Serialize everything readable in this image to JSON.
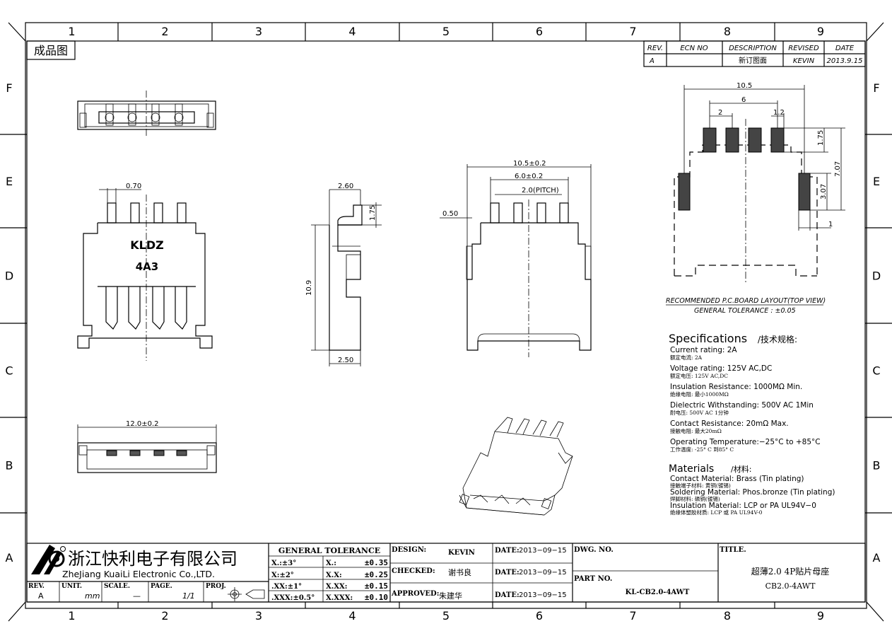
{
  "frame": {
    "columns": [
      "1",
      "2",
      "3",
      "4",
      "5",
      "6",
      "7",
      "8",
      "9"
    ],
    "rows": [
      "F",
      "E",
      "D",
      "C",
      "B",
      "A"
    ]
  },
  "drawing_title_cn": "成品图",
  "revision_table": {
    "headers": [
      "REV.",
      "ECN NO",
      "DESCRIPTION",
      "REVISED",
      "DATE"
    ],
    "row": [
      "A",
      "",
      "新订图面",
      "KEVIN",
      "2013.9.15"
    ]
  },
  "views": {
    "front": {
      "brand": "KLDZ",
      "code": "4A3",
      "dim_pin_width": "0.70"
    },
    "side": {
      "dim_top": "2.60",
      "dim_step": "1.75",
      "dim_height": "10.9",
      "dim_bottom": "2.50"
    },
    "rear": {
      "dim_overall": "10.5±0.2",
      "dim_pins": "6.0±0.2",
      "dim_pitch": "2.0(PITCH)",
      "dim_pin": "0.50"
    },
    "bottom": {
      "dim_overall": "12.0±0.2"
    }
  },
  "pcb_layout": {
    "dim_overall": "10.5",
    "dim_pins": "6",
    "dim_pitch": "2",
    "dim_gap": "1.2",
    "dim_pad_len": "1.75",
    "dim_total_h": "7.07",
    "dim_side_pad": "3.07",
    "dim_side_w": "1",
    "caption": "RECOMMENDED  P.C.BOARD  LAYOUT(TOP  VIEW)",
    "tolerance": "GENERAL  TOLERANCE  :  ±0.05"
  },
  "specifications": {
    "heading": "Specifications",
    "heading_cn": "/技术规格:",
    "items": [
      {
        "en": "Current rating: 2A",
        "cn": "额定电流: 2A"
      },
      {
        "en": "Voltage rating: 125V AC,DC",
        "cn": "额定电压: 125V AC,DC"
      },
      {
        "en": "Insulation Resistance: 1000MΩ  Min.",
        "cn": "绝缘电阻: 最小1000MΩ"
      },
      {
        "en": "Dielectric Withstanding:  500V AC  1Min",
        "cn": "耐电压: 500V AC  1分钟"
      },
      {
        "en": "Contact Resistance:  20mΩ  Max.",
        "cn": "接触电阻: 最大20mΩ"
      },
      {
        "en": "Operating Temperature:−25°C to +85°C",
        "cn": "工作温度: -25° C 到85° C"
      }
    ]
  },
  "materials": {
    "heading": "Materials",
    "heading_cn": "/材料:",
    "items": [
      {
        "en": "Contact Material: Brass (Tin plating)",
        "cn": "接触端子材料: 黄铜(镀锡)"
      },
      {
        "en": "Soldering Material: Phos.bronze (Tin plating)",
        "cn": "焊脚材料: 磷铜(镀锡)"
      },
      {
        "en": "Insulation Material:  LCP or PA UL94V−0",
        "cn": "绝缘体塑胶材质: LCP 或 PA UL94V-0"
      }
    ]
  },
  "title_block": {
    "company_cn": "浙江快利电子有限公司",
    "company_en": "ZheJiang KuaiLi Electronic Co.,LTD.",
    "rev_label": "REV.",
    "rev": "A",
    "unit_label": "UNIT.",
    "unit": "mm",
    "scale_label": "SCALE.",
    "scale": "—",
    "page_label": "PAGE.",
    "page": "1/1",
    "proj_label": "PROJ.",
    "tol_heading": "GENERAL  TOLERANCE",
    "tol_angles": [
      "X.:±3°",
      "X:±2°",
      ".XX:±1°",
      ".XXX:±0.5°"
    ],
    "tol_linear": [
      [
        "X.:",
        "±0.35"
      ],
      [
        "X.X:",
        "±0.25"
      ],
      [
        "X.XX:",
        "±0.15"
      ],
      [
        "X.XXX:",
        "±0.10"
      ]
    ],
    "design_label": "DESIGN:",
    "design": "KEVIN",
    "checked_label": "CHECKED:",
    "checked": "谢书良",
    "approved_label": "APPROVED:",
    "approved": "朱建华",
    "date_label": "DATE:",
    "dates": [
      "2013−09−15",
      "2013−09−15",
      "2013−09−15"
    ],
    "dwg_label": "DWG. NO.",
    "part_label": "PART NO.",
    "part_no": "KL-CB2.0-4AWT",
    "title_label": "TITLE.",
    "title_cn": "超薄2.0 4P贴片母座",
    "title_code": "CB2.0-4AWT"
  }
}
